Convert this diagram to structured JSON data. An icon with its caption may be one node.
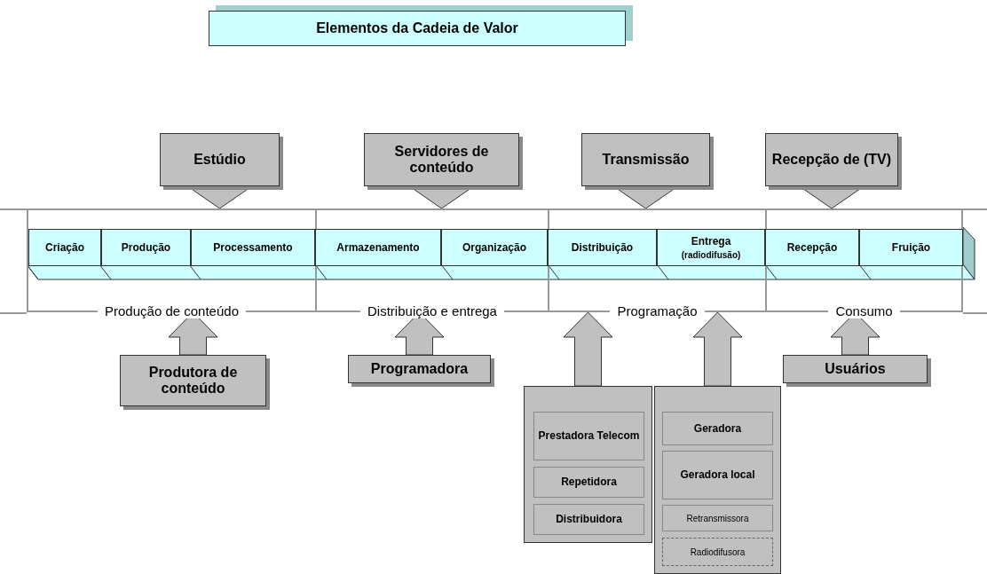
{
  "diagram": {
    "title": "Elementos da Cadeia de Valor",
    "nodes": [
      {
        "text": [
          "Estúdio"
        ]
      },
      {
        "text": [
          "Servidores de conteúdo"
        ]
      },
      {
        "text": [
          "Transmissão"
        ]
      },
      {
        "text": [
          "Recepção de (TV)"
        ]
      },
      {
        "text": [
          "Produção de conteúdo"
        ]
      },
      {
        "text": [
          "Criação"
        ],
        "in": 4
      },
      {
        "text": [
          "Produção"
        ],
        "in": 4
      },
      {
        "text": [
          "Processamento"
        ],
        "in": 4
      },
      {
        "text": [
          "Distribuição e entrega"
        ]
      },
      {
        "text": [
          "Armazenamento"
        ],
        "in": 8
      },
      {
        "text": [
          "Organização"
        ],
        "in": 8
      },
      {
        "text": [
          "Programação"
        ]
      },
      {
        "text": [
          "Distribuição"
        ],
        "in": 11
      },
      {
        "text": [
          "Entrega",
          "(radiodifusão)"
        ],
        "in": 11
      },
      {
        "text": [
          "Consumo"
        ]
      },
      {
        "text": [
          "Recepção"
        ],
        "in": 14
      },
      {
        "text": [
          "Fruição"
        ],
        "in": 14
      },
      {
        "text": [
          "Produtora de conteúdo"
        ]
      },
      {
        "text": [
          "Programadora"
        ]
      },
      {
        "text": [
          "Usuários"
        ]
      },
      {
        "text": [],
        "shape": "box"
      },
      {
        "text": [
          "Prestadora Telecom"
        ],
        "in": 20
      },
      {
        "text": [
          "Repetidora"
        ],
        "in": 20
      },
      {
        "text": [
          "Distribuidora"
        ],
        "in": 20
      },
      {
        "text": [],
        "shape": "box"
      },
      {
        "text": [
          "Geradora"
        ],
        "in": 24
      },
      {
        "text": [
          "Geradora local"
        ],
        "in": 24
      },
      {
        "text": [
          "Retransmissora"
        ],
        "in": 24
      },
      {
        "text": [
          "Radiodifusora"
        ],
        "in": 24
      }
    ],
    "edges": [
      {
        "from": 0,
        "to": 4,
        "arrow": "to"
      },
      {
        "from": 1,
        "to": 8,
        "arrow": "to"
      },
      {
        "from": 2,
        "to": 11,
        "arrow": "to"
      },
      {
        "from": 3,
        "to": 14,
        "arrow": "to"
      },
      {
        "from": 17,
        "to": 4,
        "arrow": "to"
      },
      {
        "from": 18,
        "to": 8,
        "arrow": "to"
      },
      {
        "from": 20,
        "to": 11,
        "arrow": "to"
      },
      {
        "from": 24,
        "to": 11,
        "arrow": "to"
      },
      {
        "from": 19,
        "to": 14,
        "arrow": "to"
      }
    ]
  }
}
